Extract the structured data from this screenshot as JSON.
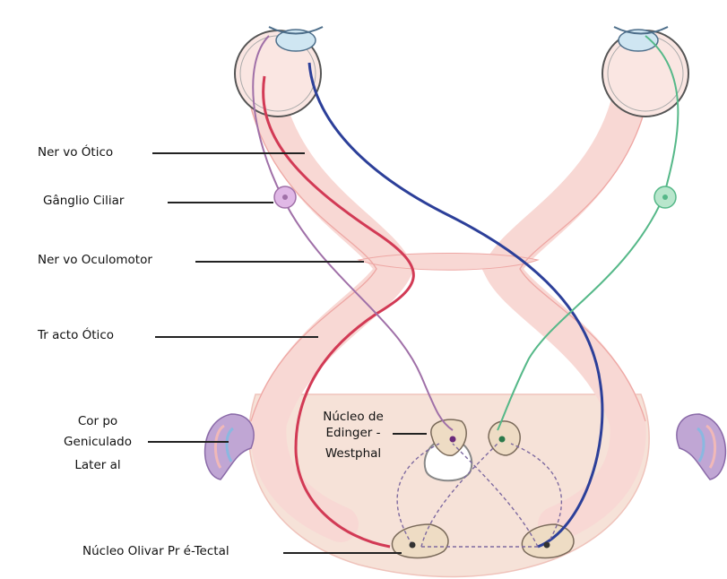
{
  "labels": {
    "optic_nerve": "Ner vo Ótico",
    "ciliary_ganglion": "Gânglio Ciliar",
    "oculomotor_nerve": "Ner vo Oculomotor",
    "optic_tract": "Tr acto Ótico",
    "lgn_line1": "Cor po",
    "lgn_line2": "Geniculado",
    "lgn_line3": "Later al",
    "ew_line1": "Núcleo de",
    "ew_line2": "Edinger -",
    "ew_line3": "Westphal",
    "pretectal": "Núcleo Olivar Pr é-Tectal"
  },
  "colors": {
    "pathway_red": "#d23a55",
    "pathway_blue": "#2c3f99",
    "pathway_purple": "#a070a8",
    "pathway_green": "#55b888",
    "tract_fill": "#f8d8d4",
    "tract_edge": "#eea7a4",
    "brainstem_fill": "#f6e2d8",
    "nucleus_fill": "#eedcc4",
    "lgn_fill": "#c0a6d4"
  }
}
